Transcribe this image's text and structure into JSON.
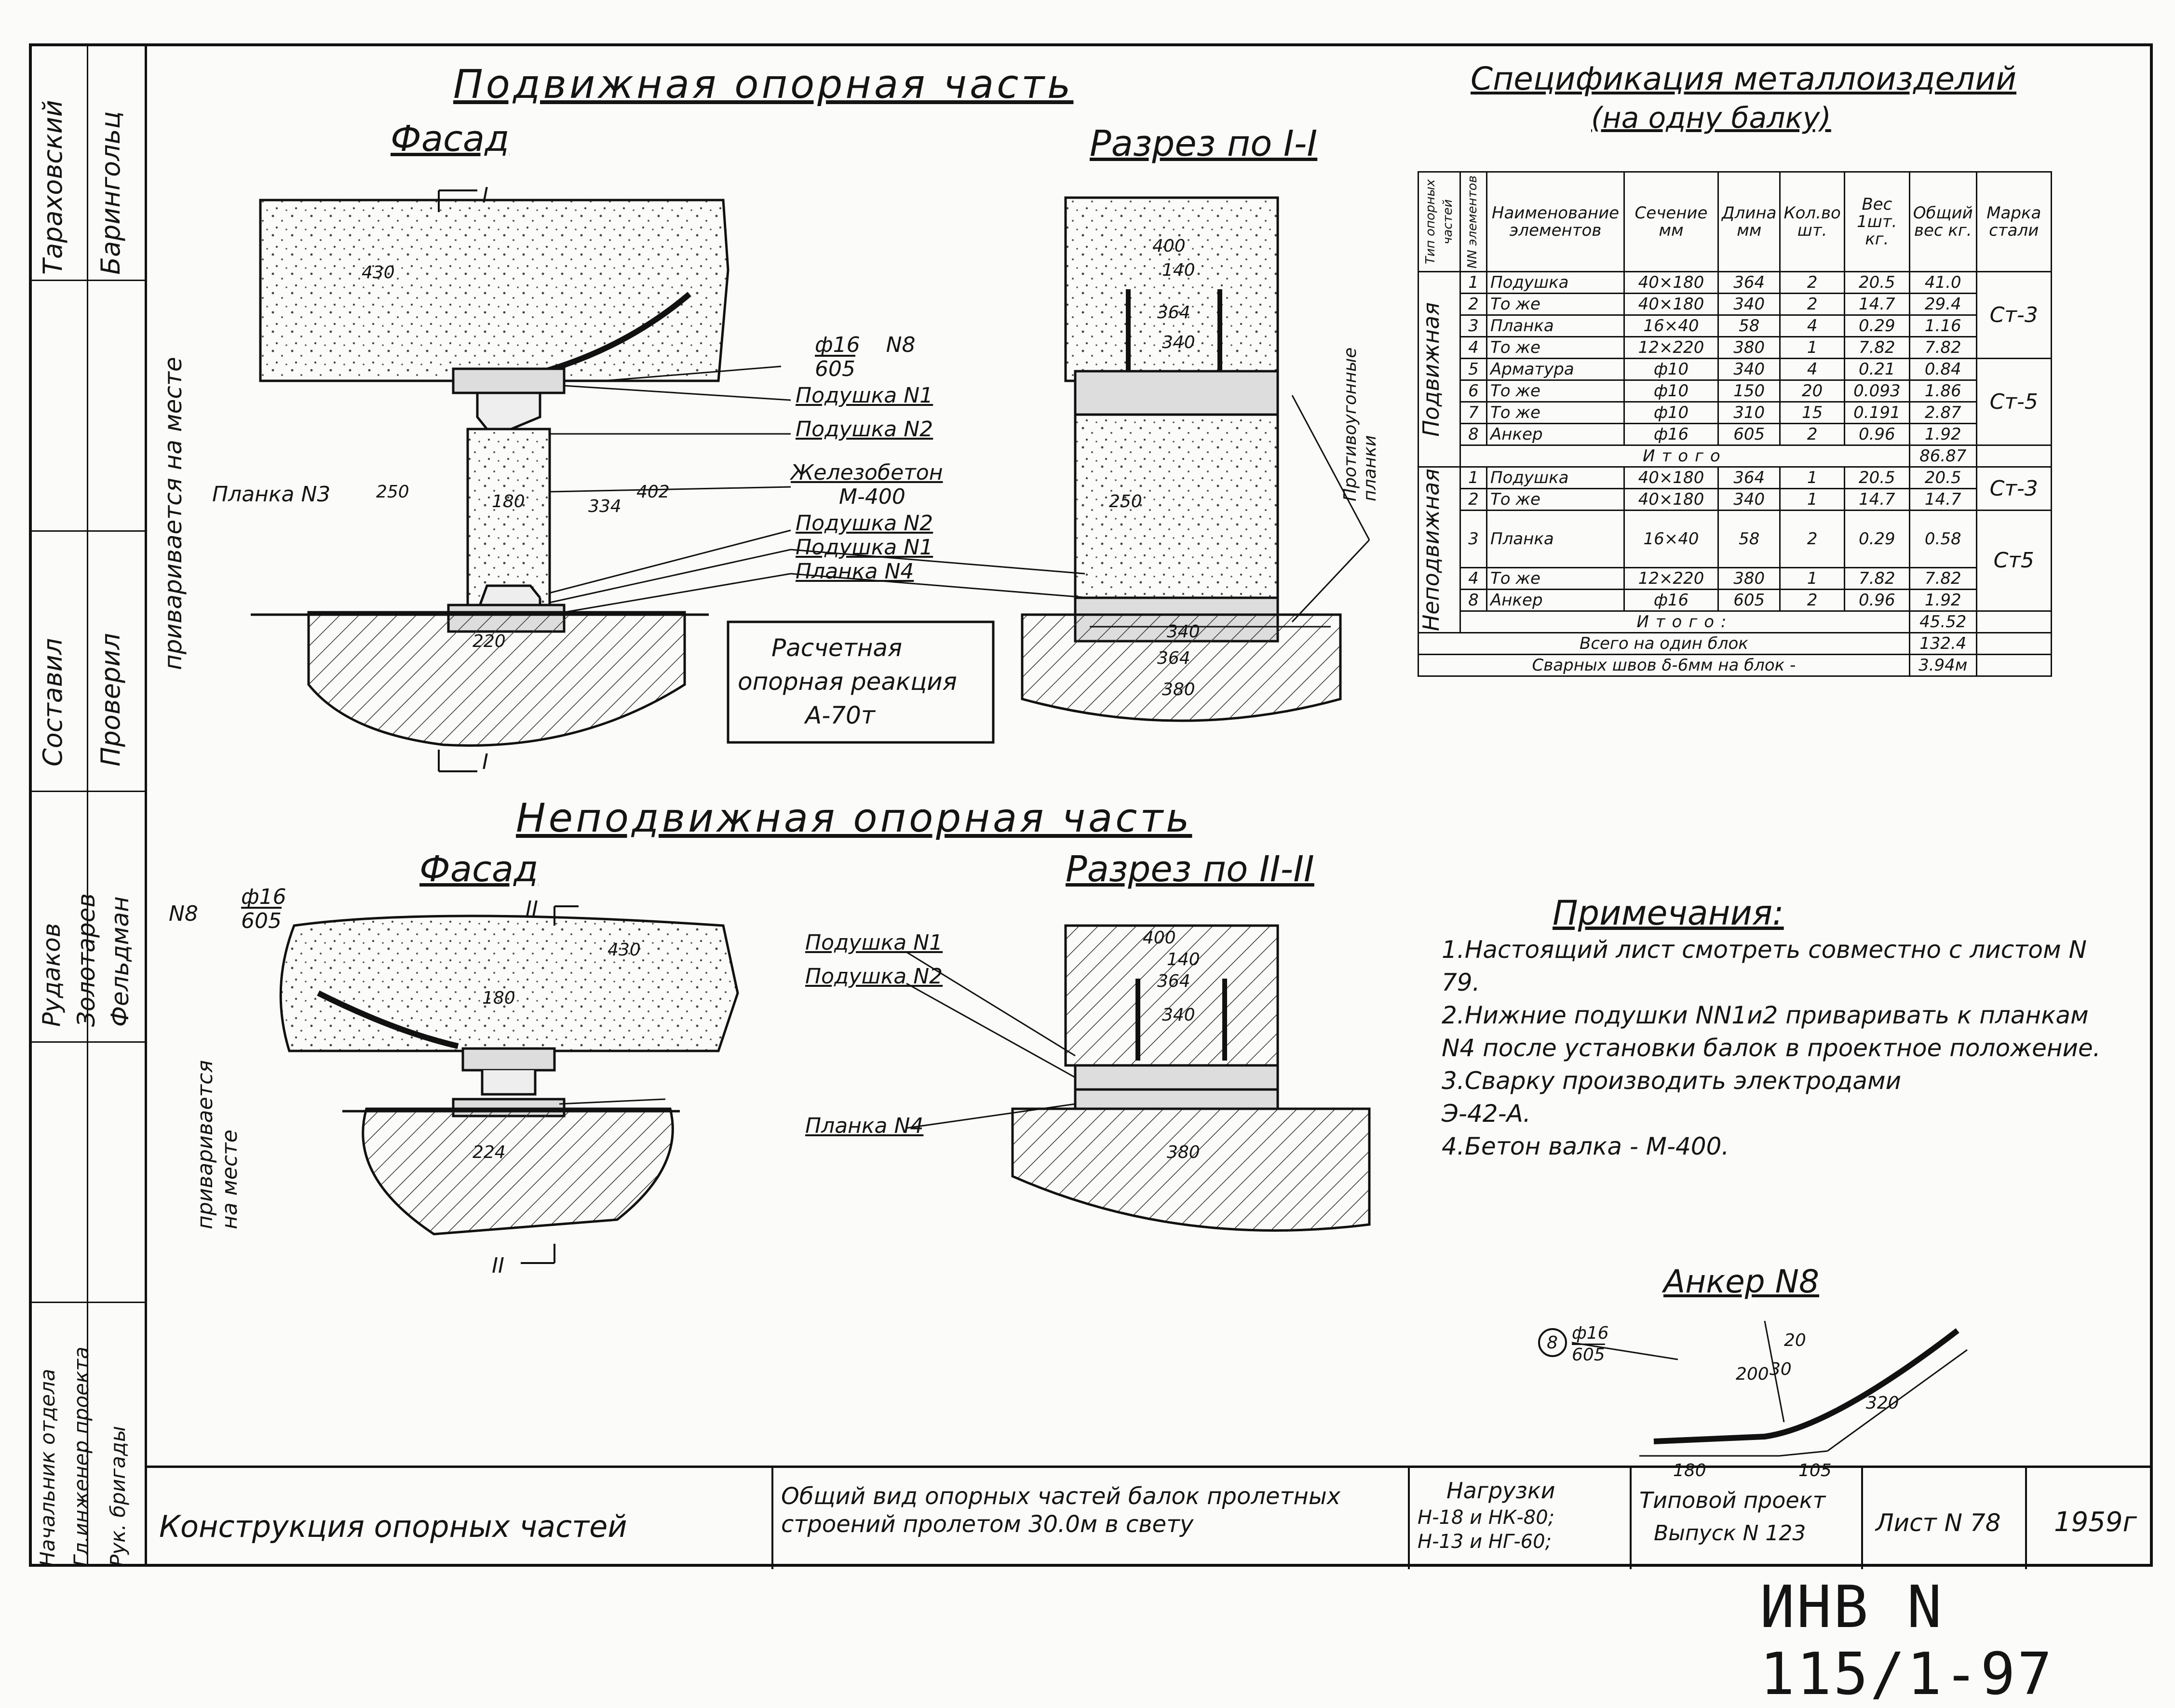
{
  "left_strip": {
    "names": [
      "Тараховский",
      "Барингольц",
      "Составил",
      "Проверил",
      "Рудаков",
      "Золотарев",
      "Фельдман",
      "Начальник отдела",
      "Гл.инженер проекта",
      "Рук. бригады"
    ]
  },
  "movable": {
    "title": "Подвижная опорная часть",
    "facade_title": "Фасад",
    "section_title": "Разрез по I-I",
    "section_mark": "I",
    "labels": {
      "anchor_ref": "ф16",
      "anchor_len": "605",
      "anchor_no": "N8",
      "pad1": "Подушка N1",
      "pad2": "Подушка N2",
      "concrete": "Железобетон",
      "concrete_grade": "М-400",
      "pad2b": "Подушка N2",
      "pad1b": "Подушка N1",
      "plate4": "Планка N4",
      "plate3": "Планка N3",
      "weld_on_site": "приваривается на месте",
      "strips": "Противоугонные планки"
    },
    "dims": {
      "d430": "430",
      "d250": "250",
      "d180": "180",
      "d220": "220",
      "d334": "334",
      "d402": "402",
      "s400": "400",
      "s140": "140",
      "s364": "364",
      "s340": "340",
      "s250": "250",
      "s340b": "340",
      "s364b": "364",
      "s380": "380"
    },
    "reaction_box": [
      "Расчетная",
      "опорная реакция",
      "А-70т"
    ]
  },
  "fixed": {
    "title": "Неподвижная опорная часть",
    "facade_title": "Фасад",
    "section_title": "Разрез по II-II",
    "section_mark": "II",
    "labels": {
      "anchor_no": "N8",
      "anchor_ref": "ф16",
      "anchor_len": "605",
      "pad1": "Подушка N1",
      "pad2": "Подушка N2",
      "plate4": "Планка N4",
      "weld_on_site": "приваривается на месте"
    },
    "dims": {
      "d430": "430",
      "d180": "180",
      "d224": "224",
      "s400": "400",
      "s140": "140",
      "s364": "364",
      "s340": "340",
      "s380": "380"
    }
  },
  "spec": {
    "title": "Спецификация металлоизделий",
    "subtitle": "(на одну балку)",
    "headers": [
      "Тип опорных частей",
      "NN элементов",
      "Наименование элементов",
      "Сечение мм",
      "Длина мм",
      "Кол.во шт.",
      "Вес 1шт. кг.",
      "Общий вес кг.",
      "Марка стали"
    ],
    "group1_name": "Подвижная",
    "group1_rows": [
      [
        "1",
        "Подушка",
        "40×180",
        "364",
        "2",
        "20.5",
        "41.0"
      ],
      [
        "2",
        "То же",
        "40×180",
        "340",
        "2",
        "14.7",
        "29.4"
      ],
      [
        "3",
        "Планка",
        "16×40",
        "58",
        "4",
        "0.29",
        "1.16"
      ],
      [
        "4",
        "То же",
        "12×220",
        "380",
        "1",
        "7.82",
        "7.82"
      ],
      [
        "5",
        "Арматура",
        "ф10",
        "340",
        "4",
        "0.21",
        "0.84"
      ],
      [
        "6",
        "То же",
        "ф10",
        "150",
        "20",
        "0.093",
        "1.86"
      ],
      [
        "7",
        "То же",
        "ф10",
        "310",
        "15",
        "0.191",
        "2.87"
      ],
      [
        "8",
        "Анкер",
        "ф16",
        "605",
        "2",
        "0.96",
        "1.92"
      ]
    ],
    "group1_steel": [
      "Ст-3",
      "Ст-5"
    ],
    "group1_total_label": "Итого",
    "group1_total": "86.87",
    "group2_name": "Неподвижная",
    "group2_rows": [
      [
        "1",
        "Подушка",
        "40×180",
        "364",
        "1",
        "20.5",
        "20.5"
      ],
      [
        "2",
        "То же",
        "40×180",
        "340",
        "1",
        "14.7",
        "14.7"
      ],
      [
        "3",
        "Планка",
        "16×40",
        "58",
        "2",
        "0.29",
        "0.58"
      ],
      [
        "4",
        "То же",
        "12×220",
        "380",
        "1",
        "7.82",
        "7.82"
      ],
      [
        "8",
        "Анкер",
        "ф16",
        "605",
        "2",
        "0.96",
        "1.92"
      ]
    ],
    "group2_steel": [
      "Ст-3",
      "Ст5"
    ],
    "group2_total_label": "Итого:",
    "group2_total": "45.52",
    "all_label": "Всего на один блок",
    "all_total": "132.4",
    "welds_label": "Сварных швов δ-6мм на блок -",
    "welds_total": "3.94м"
  },
  "notes": {
    "title": "Примечания:",
    "items": [
      "1.Настоящий лист смотреть совместно с листом N 79.",
      "2.Нижние подушки NN1и2 приваривать к планкам N4 после установки балок в проектное положение.",
      "3.Сварку производить электродами Э-42-А.",
      "4.Бетон валка - М-400."
    ]
  },
  "anchor": {
    "title": "Анкер N8",
    "pos": "8",
    "ref": "ф16",
    "len": "605",
    "dims": [
      "180",
      "105",
      "320",
      "200",
      "30",
      "20"
    ]
  },
  "stamp": {
    "title": "Конструкция опорных частей",
    "description": "Общий вид опорных частей балок пролетных строений пролетом 30.0м в свету",
    "loads_title": "Нагрузки",
    "loads": [
      "Н-18 и НК-80;",
      "Н-13 и НГ-60;"
    ],
    "project": "Типовой проект",
    "issue": "Выпуск N 123",
    "sheet": "Лист N 78",
    "year": "1959г"
  },
  "inventory": "ИНВ N 115/1-97"
}
